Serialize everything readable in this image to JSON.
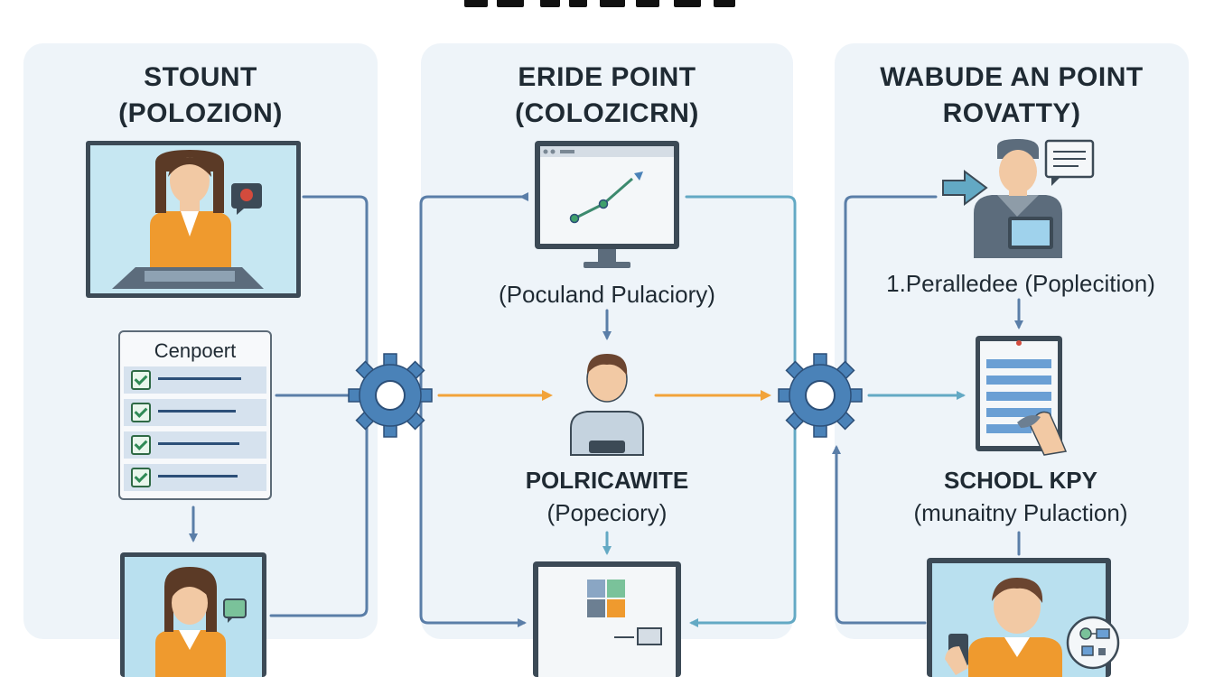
{
  "columns": [
    {
      "heading_line1": "STOUNT",
      "heading_line2": "(POLOZION)",
      "checklist_title": "Cenpoert"
    },
    {
      "heading_line1": "ERIDE  POINT",
      "heading_line2": "(COLOZICRN)",
      "caption_1": "(Poculand Pulaciory)",
      "caption_2_bold": "POLRICAWITE",
      "caption_2": "(Popeciory)"
    },
    {
      "heading_line1": "WABUDE AN POINT",
      "heading_line2": "ROVATTY)",
      "caption_1": "1.Peralledee (Poplecition)",
      "caption_2_bold": "SCHODL KPY",
      "caption_2": "(munaitny Pulaction)"
    }
  ],
  "icons": [
    "student-at-desk-monitor-icon",
    "chat-bubble-icon",
    "checklist-icon",
    "student-video-call-monitor-icon",
    "gear-icon",
    "growth-chart-monitor-icon",
    "person-icon",
    "dashboard-monitor-icon",
    "worker-with-tablet-icon",
    "message-icon",
    "arrow-right-icon",
    "document-signing-icon",
    "person-with-phone-monitor-icon",
    "workflow-badge-icon"
  ],
  "colors": {
    "panel": "#eef4f9",
    "connector_blue": "#5a7ea8",
    "connector_teal": "#63a9c4",
    "connector_orange": "#f2a33a",
    "gear": "#4a82b8",
    "shirt_orange": "#ef9a2e"
  }
}
